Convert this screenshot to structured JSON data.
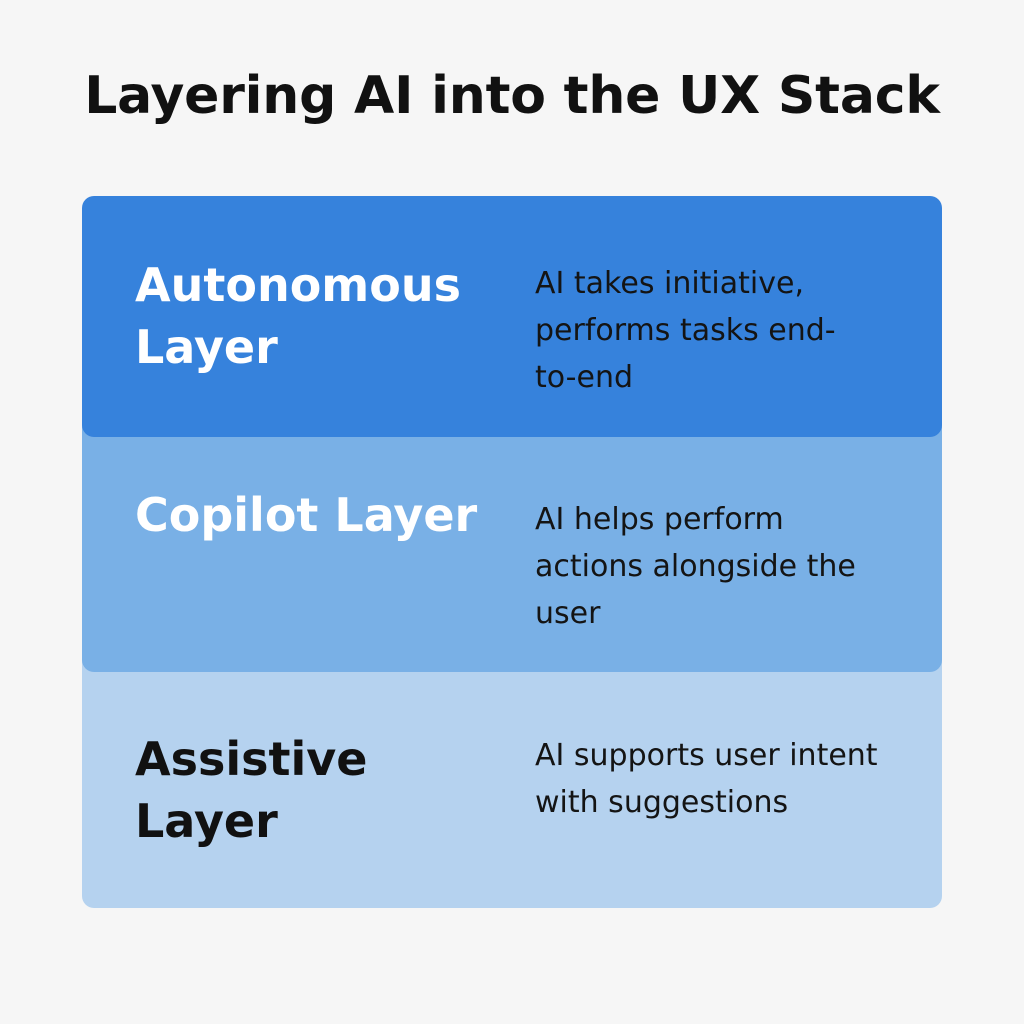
{
  "title": "Layering AI into the UX Stack",
  "layers": [
    {
      "name": "Autonomous Layer",
      "description": "AI takes initiative, performs tasks end-to-end",
      "color": "#3682dc",
      "text_color": "#ffffff"
    },
    {
      "name": "Copilot Layer",
      "description": "AI helps perform actions alongside the user",
      "color": "#79b0e6",
      "text_color": "#ffffff"
    },
    {
      "name": "Assistive Layer",
      "description": "AI supports user intent with suggestions",
      "color": "#b5d2ef",
      "text_color": "#111111"
    }
  ]
}
